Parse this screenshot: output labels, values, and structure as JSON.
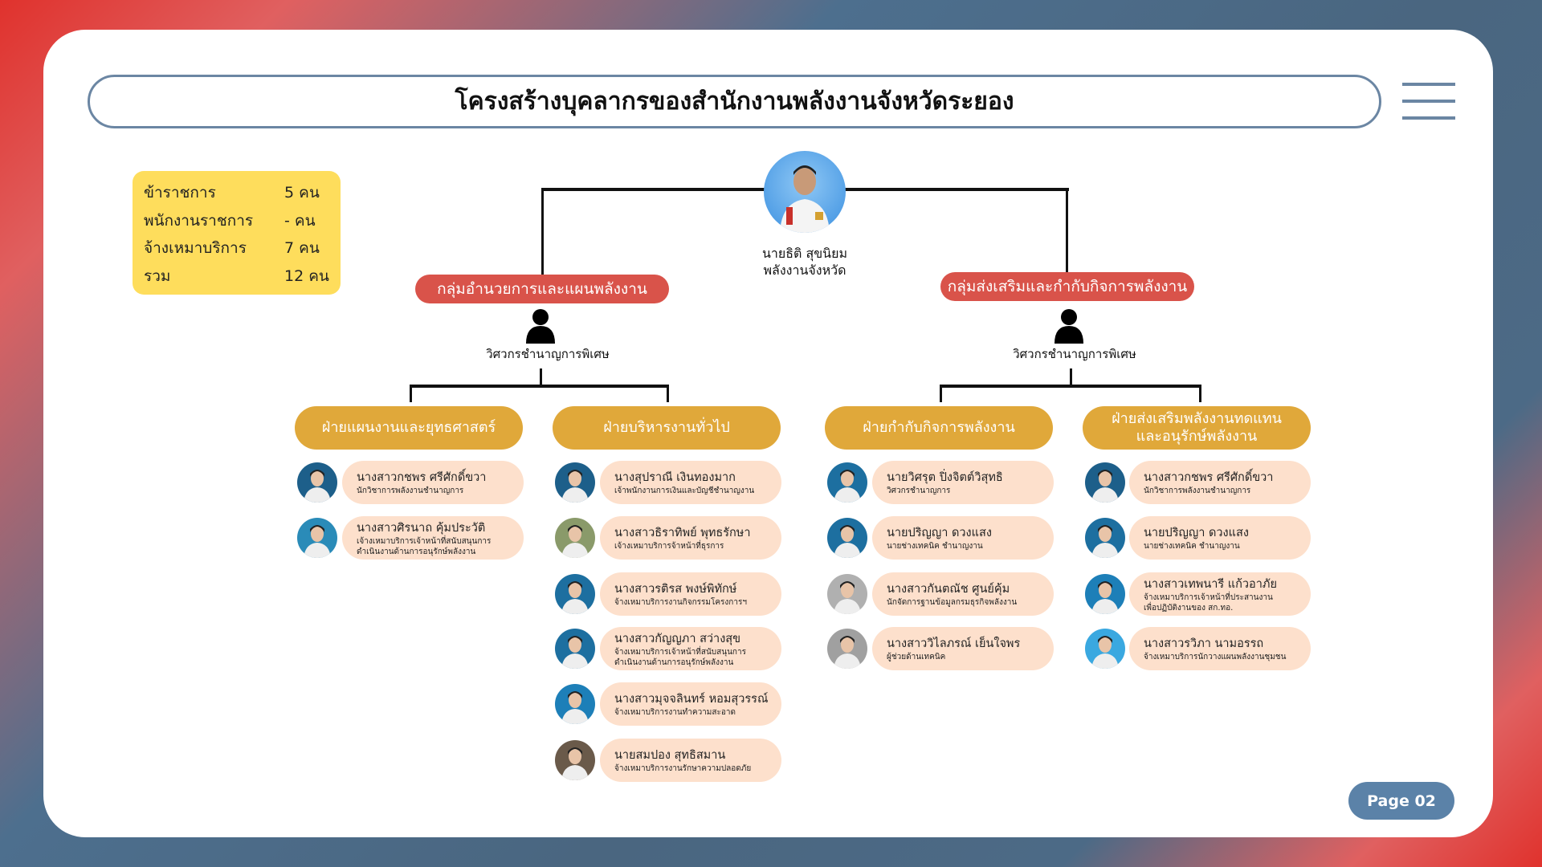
{
  "title": "โครงสร้างบุคลากรของสำนักงานพลังงานจังหวัดระยอง",
  "stats": [
    {
      "label": "ข้าราชการ",
      "value": "5 คน"
    },
    {
      "label": "พนักงานราชการ",
      "value": "- คน"
    },
    {
      "label": "จ้างเหมาบริการ",
      "value": "7 คน"
    },
    {
      "label": "รวม",
      "value": "12 คน"
    }
  ],
  "director": {
    "name": "นายธิติ สุขนิยม",
    "position": "พลังงานจังหวัด"
  },
  "groups": [
    {
      "name": "กลุ่มอำนวยการและแผนพลังงาน",
      "head": "วิศวกรชำนาญการพิเศษ"
    },
    {
      "name": "กลุ่มส่งเสริมและกำกับกิจการพลังงาน",
      "head": "วิศวกรชำนาญการพิเศษ"
    }
  ],
  "sections": [
    {
      "name": [
        "ฝ่ายแผนงานและยุทธศาสตร์"
      ],
      "members": [
        {
          "name": "นางสาวกชพร ศรีศักดิ์ขวา",
          "position": [
            "นักวิชาการพลังงานชำนาญการ"
          ],
          "photo": "#1d5f8a"
        },
        {
          "name": "นางสาวศิรนาถ คุ้มประวัติ",
          "position": [
            "เจ้างเหมาบริการเจ้าหน้าที่สนับสนุนการ",
            "ดำเนินงานด้านการอนุรักษ์พลังงาน"
          ],
          "photo": "#2a8bb8"
        }
      ]
    },
    {
      "name": [
        "ฝ่ายบริหารงานทั่วไป"
      ],
      "members": [
        {
          "name": "นางสุปราณี เงินทองมาก",
          "position": [
            "เจ้าพนักงานการเงินและบัญชีชำนาญงาน"
          ],
          "photo": "#1d5f8a"
        },
        {
          "name": "นางสาวธิราทิพย์ พุทธรักษา",
          "position": [
            "เจ้างเหมาบริการจ้าหน้าที่ธุรการ"
          ],
          "photo": "#8a9a6a"
        },
        {
          "name": "นางสาวรติรส พงษ์พิทักษ์",
          "position": [
            "จ้างเหมาบริการงานกิจกรรมโครงการฯ"
          ],
          "photo": "#1d6fa0"
        },
        {
          "name": "นางสาวกัญญภา สว่างสุข",
          "position": [
            "จ้างเหมาบริการเจ้าหน้าที่สนับสนุนการ",
            "ดำเนินงานด้านการอนุรักษ์พลังงาน"
          ],
          "photo": "#1d6fa0"
        },
        {
          "name": "นางสาวมุจจลินทร์ หอมสุวรรณ์",
          "position": [
            "จ้างเหมาบริการงานทำความสะอาด"
          ],
          "photo": "#1d7fb8"
        },
        {
          "name": "นายสมปอง สุทธิสมาน",
          "position": [
            "จ้างเหมาบริการงานรักษาความปลอดภัย"
          ],
          "photo": "#6a5a4a"
        }
      ]
    },
    {
      "name": [
        "ฝ่ายกำกับกิจการพลังงาน"
      ],
      "members": [
        {
          "name": "นายวิศรุต ปิ่งจิตต์วิสุทธิ",
          "position": [
            "วิศวกรชำนาญการ"
          ],
          "photo": "#1d6fa0"
        },
        {
          "name": "นายปริญญา ดวงแสง",
          "position": [
            "นายช่างเทคนิค ชำนาญงาน"
          ],
          "photo": "#1d6fa0"
        },
        {
          "name": "นางสาวกันตณัช ศูนย์คุ้ม",
          "position": [
            "นักจัดการฐานข้อมูลกรมธุรกิจพลังงาน"
          ],
          "photo": "#b0b0b0"
        },
        {
          "name": "นางสาววิไลภรณ์ เย็นใจพร",
          "position": [
            "ผู้ช่วยด้านเทคนิค"
          ],
          "photo": "#a0a0a0"
        }
      ]
    },
    {
      "name": [
        "ฝ่ายส่งเสริมพลังงานทดแทน",
        "และอนุรักษ์พลังงาน"
      ],
      "members": [
        {
          "name": "นางสาวกชพร ศรีศักดิ์ขวา",
          "position": [
            "นักวิชาการพลังงานชำนาญการ"
          ],
          "photo": "#1d5f8a"
        },
        {
          "name": "นายปริญญา ดวงแสง",
          "position": [
            "นายช่างเทคนิค ชำนาญงาน"
          ],
          "photo": "#1d6fa0"
        },
        {
          "name": "นางสาวเทพนารี แก้วอาภัย",
          "position": [
            "จ้างเหมาบริการเจ้าหน้าที่ประสานงาน",
            "เพื่อปฏิบัติงานของ สก.ทอ."
          ],
          "photo": "#1d7fb8"
        },
        {
          "name": "นางสาวรวิภา นามอรรถ",
          "position": [
            "จ้างเหมาบริการนักวางแผนพลังงานชุมชน"
          ],
          "photo": "#3aa8e0"
        }
      ]
    }
  ],
  "page_label": "Page 02"
}
